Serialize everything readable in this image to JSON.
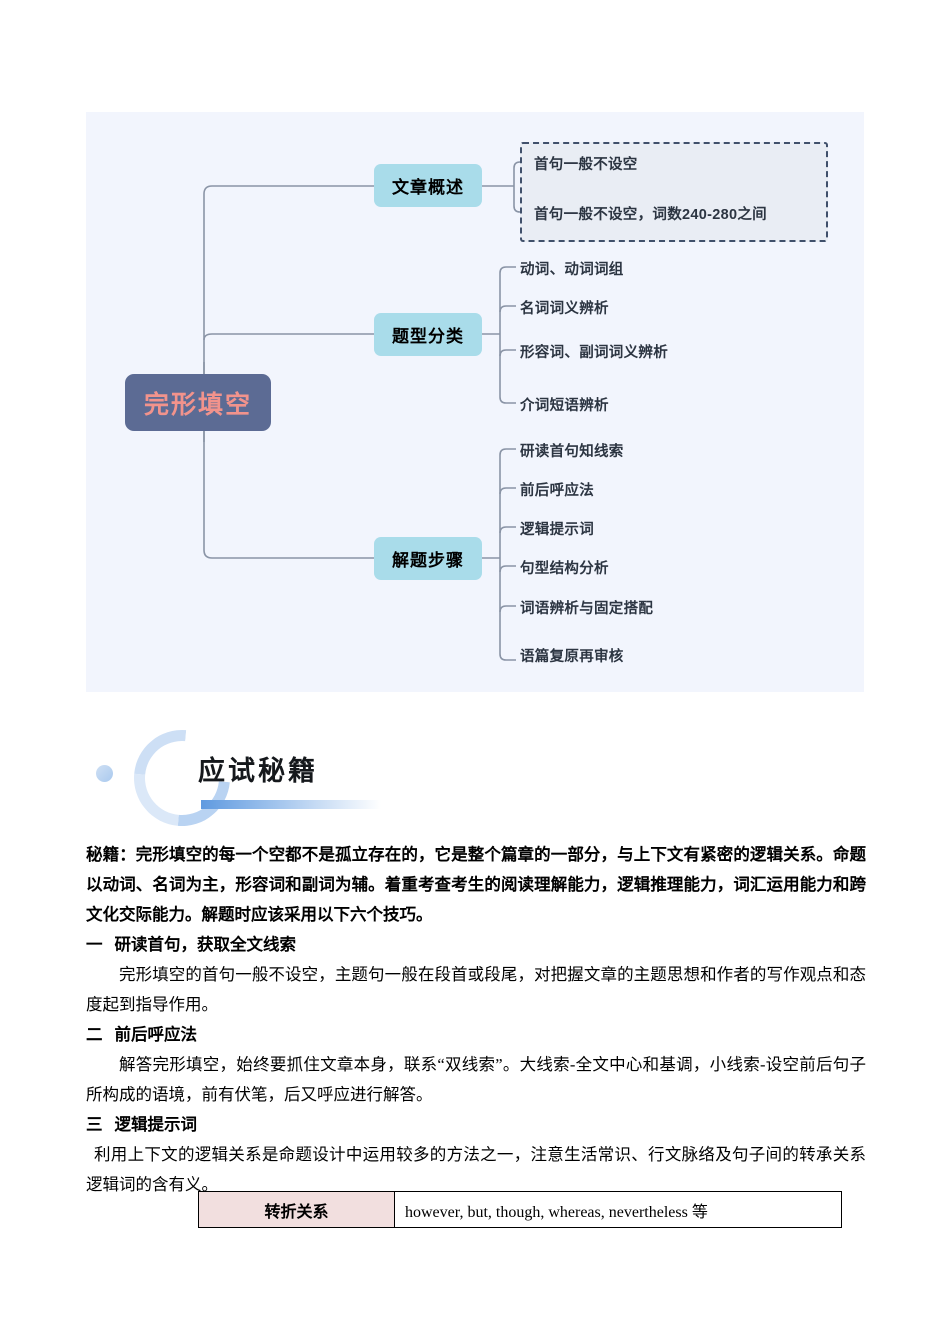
{
  "mindmap": {
    "center": {
      "label": "完形填空"
    },
    "branches": [
      {
        "label": "文章概述",
        "boxed": true,
        "leaves": [
          "首句一般不设空",
          "首句一般不设空，词数240-280之间"
        ]
      },
      {
        "label": "题型分类",
        "boxed": false,
        "leaves": [
          "动词、动词词组",
          "名词词义辨析",
          "形容词、副词词义辨析",
          "介词短语辨析"
        ]
      },
      {
        "label": "解题步骤",
        "boxed": false,
        "leaves": [
          "研读首句知线索",
          "前后呼应法",
          "逻辑提示词",
          "句型结构分析",
          "词语辨析与固定搭配",
          "语篇复原再审核"
        ]
      }
    ],
    "colors": {
      "panel_background": "#f2f5fd",
      "center_fill": "#5c6b94",
      "center_text": "#f2938c",
      "branch_fill": "#a9dcea",
      "branch_text": "#000000",
      "leaf_text": "#2c3542",
      "connector": "#8a94a6",
      "dashed_border": "#40506b"
    }
  },
  "section_header": {
    "title": "应试秘籍"
  },
  "article": {
    "lede": "秘籍：完形填空的每一个空都不是孤立存在的，它是整个篇章的一部分，与上下文有紧密的逻辑关系。命题以动词、名词为主，形容词和副词为辅。着重考查考生的阅读理解能力，逻辑推理能力，词汇运用能力和跨文化交际能力。解题时应该采用以下六个技巧。",
    "sections": [
      {
        "num": "一",
        "heading": "研读首句，获取全文线索",
        "body": "完形填空的首句一般不设空，主题句一般在段首或段尾，对把握文章的主题思想和作者的写作观点和态度起到指导作用。"
      },
      {
        "num": "二",
        "heading": "前后呼应法",
        "body": "解答完形填空，始终要抓住文章本身，联系“双线索”。大线索-全文中心和基调，小线索-设空前后句子所构成的语境，前有伏笔，后又呼应进行解答。"
      },
      {
        "num": "三",
        "heading": "逻辑提示词",
        "body": "利用上下文的逻辑关系是命题设计中运用较多的方法之一，注意生活常识、行文脉络及句子间的转承关系逻辑词的含有义。"
      }
    ]
  },
  "logic_table": {
    "rows": [
      {
        "label": "转折关系",
        "value": "however, but, though, whereas, nevertheless 等"
      }
    ],
    "colors": {
      "label_background": "#f2dfdf",
      "border": "#000000"
    }
  }
}
